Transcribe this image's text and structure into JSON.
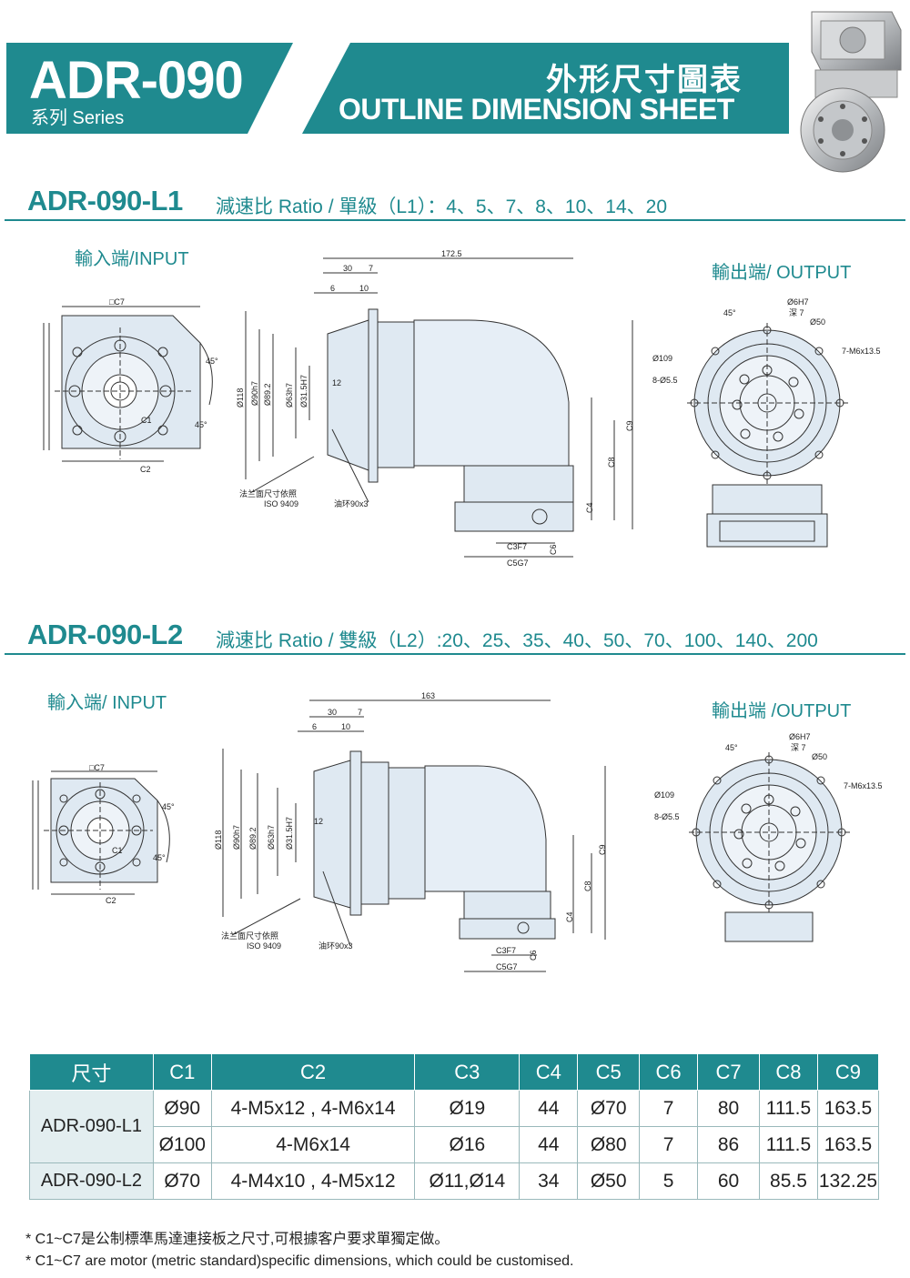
{
  "header": {
    "model": "ADR-090",
    "series": "系列 Series",
    "title_cn": "外形尺寸圖表",
    "title_en": "OUTLINE DIMENSION SHEET"
  },
  "section_l1": {
    "model": "ADR-090-L1",
    "ratio": "減速比 Ratio / 單級（L1）：4、5、7、8、10、14、20",
    "input_label": "輸入端/INPUT",
    "output_label": "輸出端/ OUTPUT",
    "dims": {
      "total": "172.5",
      "d30": "30",
      "d7": "7",
      "d6": "6",
      "d10": "10",
      "d12": "12",
      "d118": "Ø118",
      "d90": "Ø90h7",
      "d89": "Ø89.2",
      "d63": "Ø63h7",
      "d31": "Ø31.5H7",
      "c7": "□C7",
      "c1": "C1",
      "c2": "C2",
      "c3": "C3F7",
      "c4": "C4",
      "c5": "C5G7",
      "c6": "C6",
      "c8": "C8",
      "c9": "C9",
      "a45": "45°",
      "flange": "法兰面尺寸依照",
      "iso": "ISO 9409",
      "oil": "油环90x3",
      "o6h7": "Ø6H7",
      "deep7": "深 7",
      "o50": "Ø50",
      "m6": "7-M6x13.5",
      "o109": "Ø109",
      "h55": "8-Ø5.5"
    }
  },
  "section_l2": {
    "model": "ADR-090-L2",
    "ratio": "減速比 Ratio / 雙級（L2）:20、25、35、40、50、70、100、140、200",
    "input_label": "輸入端/ INPUT",
    "output_label": "輸出端 /OUTPUT",
    "dims": {
      "total": "163",
      "d30": "30",
      "d7": "7",
      "d6": "6",
      "d10": "10",
      "d12": "12",
      "d118": "Ø118",
      "d90": "Ø90h7",
      "d89": "Ø89.2",
      "d63": "Ø63h7",
      "d31": "Ø31.5H7",
      "c7": "□C7",
      "c1": "C1",
      "c2": "C2",
      "c3": "C3F7",
      "c4": "C4",
      "c5": "C5G7",
      "c6": "C6",
      "c8": "C8",
      "c9": "C9",
      "a45": "45°",
      "flange": "法兰面尺寸依照",
      "iso": "ISO 9409",
      "oil": "油环90x3",
      "o6h7": "Ø6H7",
      "deep7": "深 7",
      "o50": "Ø50",
      "m6": "7-M6x13.5",
      "o109": "Ø109",
      "h55": "8-Ø5.5"
    }
  },
  "table": {
    "headers": [
      "尺寸",
      "C1",
      "C2",
      "C3",
      "C4",
      "C5",
      "C6",
      "C7",
      "C8",
      "C9"
    ],
    "l1_label": "ADR-090-L1",
    "l2_label": "ADR-090-L2",
    "rows": [
      [
        "Ø90",
        "4-M5x12 , 4-M6x14",
        "Ø19",
        "44",
        "Ø70",
        "7",
        "80",
        "111.5",
        "163.5"
      ],
      [
        "Ø100",
        "4-M6x14",
        "Ø16",
        "44",
        "Ø80",
        "7",
        "86",
        "111.5",
        "163.5"
      ],
      [
        "Ø70",
        "4-M4x10 , 4-M5x12",
        "Ø11,Ø14",
        "34",
        "Ø50",
        "5",
        "60",
        "85.5",
        "132.25"
      ]
    ]
  },
  "notes": {
    "cn": "* C1~C7是公制標準馬達連接板之尺寸,可根據客户要求單獨定做。",
    "en": "* C1~C7 are motor (metric standard)specific dimensions, which could be customised."
  },
  "colors": {
    "accent": "#1f8a8f",
    "light": "#e3eef0"
  }
}
